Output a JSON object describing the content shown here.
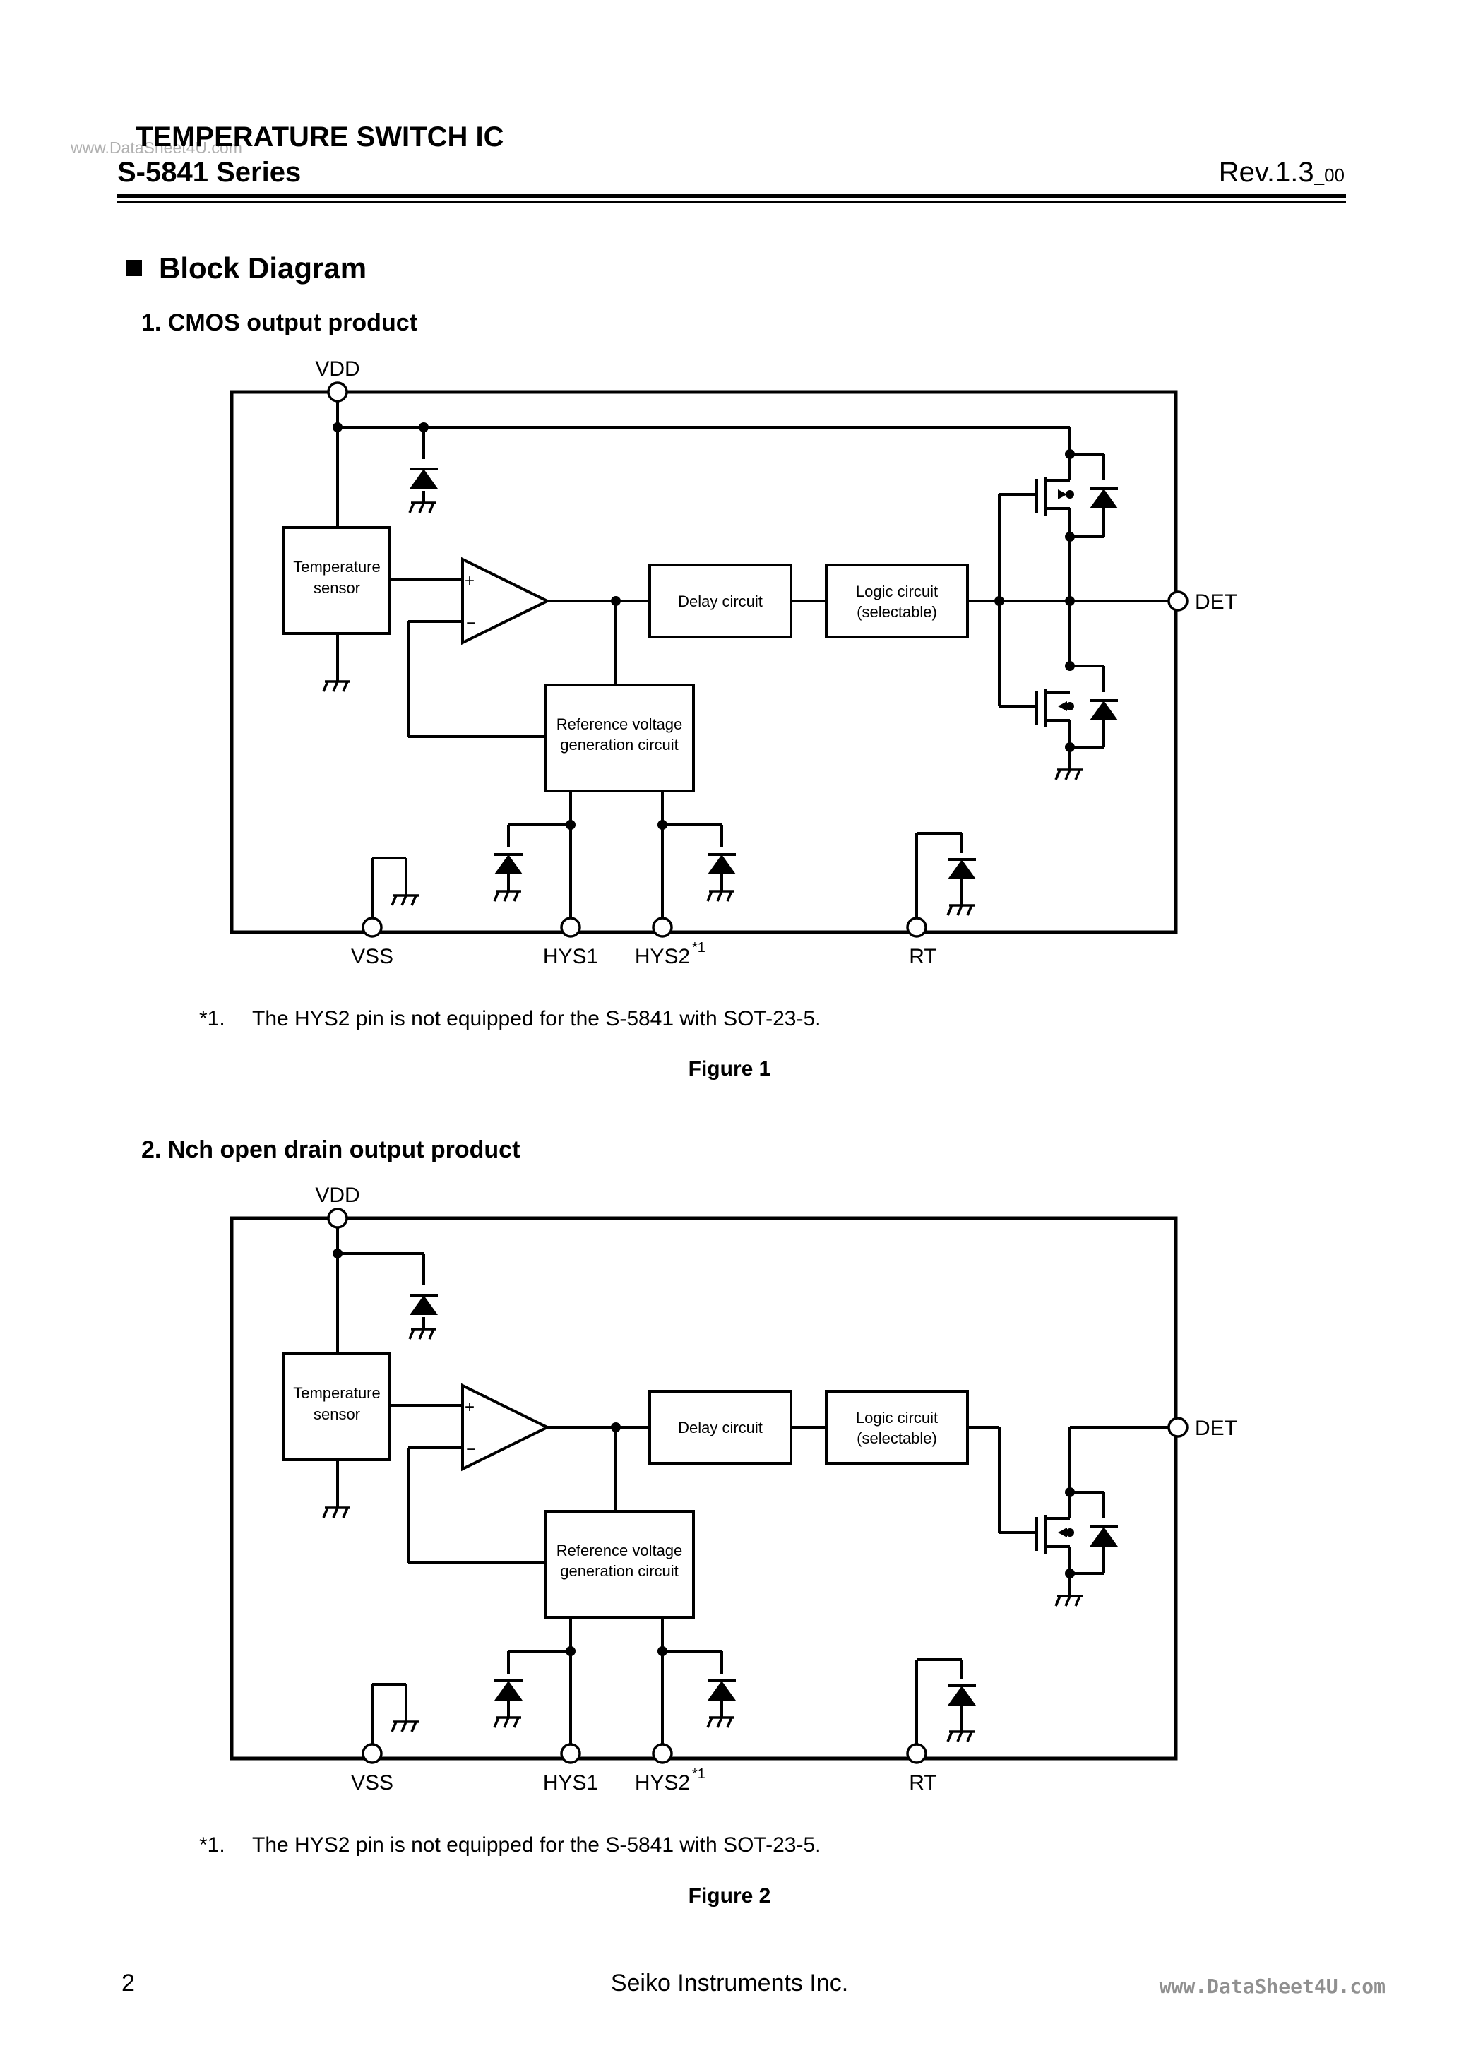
{
  "header": {
    "watermark": "www.DataSheet4U.com",
    "title": "TEMPERATURE SWITCH IC",
    "series": "S-5841 Series",
    "revision": "Rev.1.3",
    "revision_suffix": "_00"
  },
  "section": {
    "title": "Block Diagram"
  },
  "figure1": {
    "heading": "1.   CMOS output product",
    "labels": {
      "vdd": "VDD",
      "det": "DET",
      "vss": "VSS",
      "hys1": "HYS1",
      "hys2": "HYS2",
      "hys2_note": "*1",
      "rt": "RT",
      "sensor_line1": "Temperature",
      "sensor_line2": "sensor",
      "delay": "Delay circuit",
      "logic_line1": "Logic circuit",
      "logic_line2": "(selectable)",
      "ref_line1": "Reference voltage",
      "ref_line2": "generation circuit",
      "plus": "+",
      "minus": "−"
    },
    "note_mark": "*1.",
    "note_text": "The HYS2 pin is not equipped for the S-5841 with SOT-23-5.",
    "caption": "Figure 1"
  },
  "figure2": {
    "heading": "2.   Nch open drain output product",
    "labels": {
      "vdd": "VDD",
      "det": "DET",
      "vss": "VSS",
      "hys1": "HYS1",
      "hys2": "HYS2",
      "hys2_note": "*1",
      "rt": "RT",
      "sensor_line1": "Temperature",
      "sensor_line2": "sensor",
      "delay": "Delay circuit",
      "logic_line1": "Logic circuit",
      "logic_line2": "(selectable)",
      "ref_line1": "Reference voltage",
      "ref_line2": "generation circuit",
      "plus": "+",
      "minus": "−"
    },
    "note_mark": "*1.",
    "note_text": "The HYS2 pin is not equipped for the S-5841 with SOT-23-5.",
    "caption": "Figure 2"
  },
  "footer": {
    "page_number": "2",
    "company": "Seiko Instruments Inc.",
    "watermark": "www.DataSheet4U.com"
  }
}
